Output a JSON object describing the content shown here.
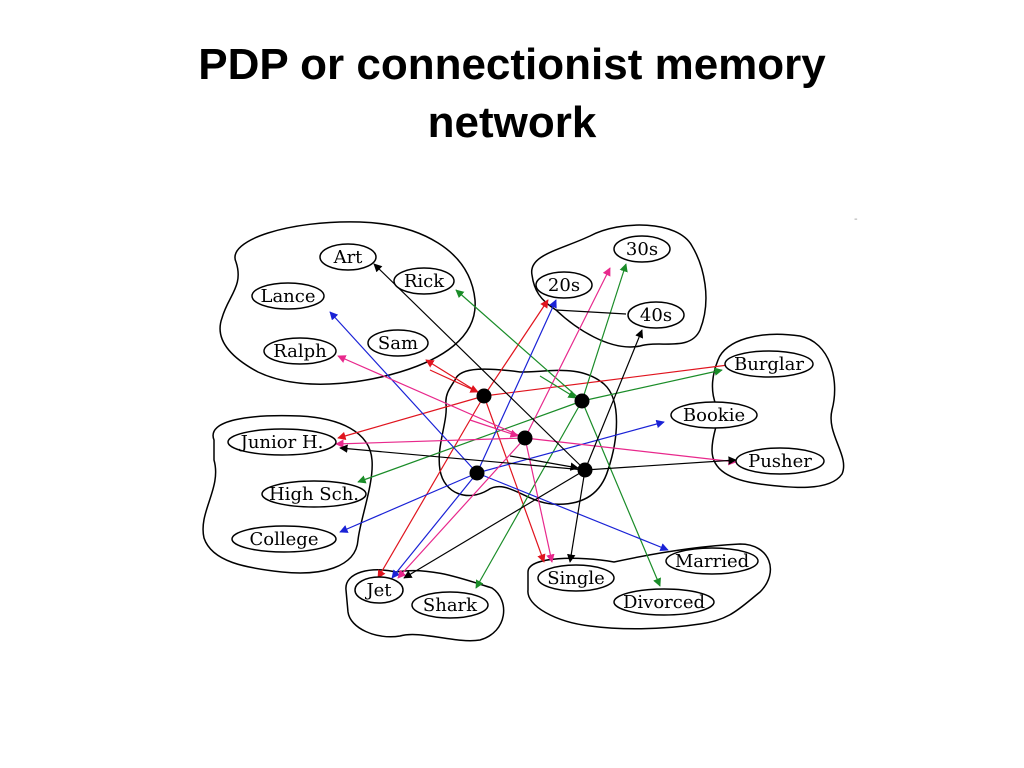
{
  "title": {
    "line1": "PDP or connectionist memory",
    "line2": "network"
  },
  "corner_mark": "-",
  "colors": {
    "red": "#e0141e",
    "green": "#1a8c28",
    "blue": "#1a22d6",
    "magenta": "#e8288c",
    "black": "#000000"
  },
  "nodes": {
    "art": "Art",
    "rick": "Rick",
    "lance": "Lance",
    "sam": "Sam",
    "ralph": "Ralph",
    "s20": "20s",
    "s30": "30s",
    "s40": "40s",
    "burglar": "Burglar",
    "bookie": "Bookie",
    "pusher": "Pusher",
    "junior": "Junior H.",
    "high": "High Sch.",
    "college": "College",
    "jet": "Jet",
    "shark": "Shark",
    "single": "Single",
    "married": "Married",
    "divorced": "Divorced"
  }
}
